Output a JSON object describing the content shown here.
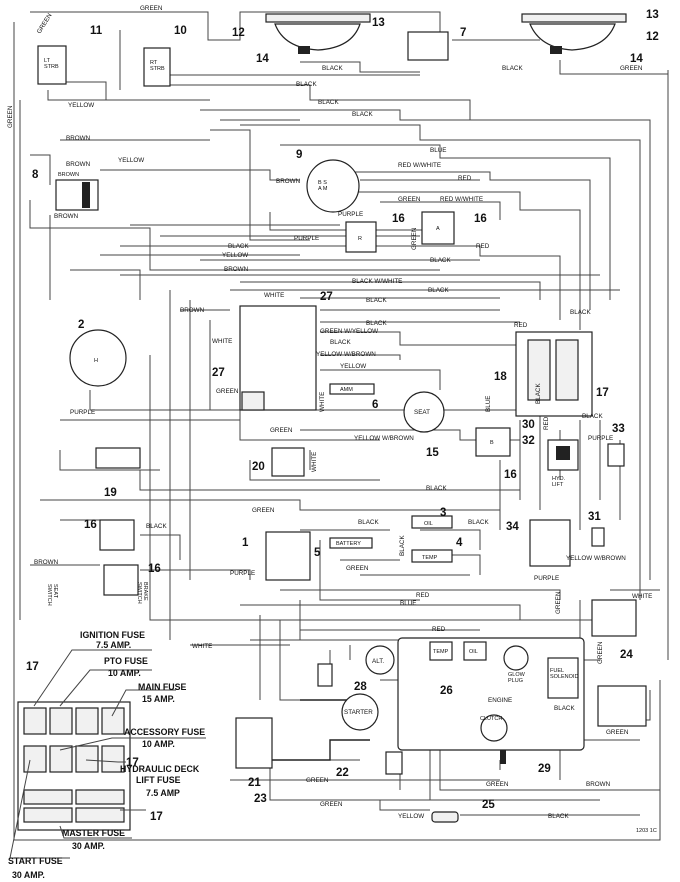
{
  "drawing_code": "1203 1C",
  "callouts": {
    "c1": "1",
    "c2": "2",
    "c3": "3",
    "c4": "4",
    "c5": "5",
    "c6": "6",
    "c7": "7",
    "c8": "8",
    "c9": "9",
    "c10": "10",
    "c11": "11",
    "c12a": "12",
    "c12b": "12",
    "c13a": "13",
    "c13b": "13",
    "c14a": "14",
    "c14b": "14",
    "c15": "15",
    "c16a": "16",
    "c16b": "16",
    "c16c": "16",
    "c16d": "16",
    "c16e": "16",
    "c17a": "17",
    "c17b": "17",
    "c17c": "17",
    "c17d": "17",
    "c18": "18",
    "c19": "19",
    "c20": "20",
    "c21": "21",
    "c22": "22",
    "c23": "23",
    "c24": "24",
    "c25": "25",
    "c26": "26",
    "c27a": "27",
    "c27b": "27",
    "c28": "28",
    "c29": "29",
    "c30": "30",
    "c31": "31",
    "c32": "32",
    "c33": "33",
    "c34": "34"
  },
  "wire_labels": {
    "green_top": "GREEN",
    "green_tl": "GREEN",
    "green_left": "GREEN",
    "yellow_strobe": "YELLOW",
    "black_lamp": "BLACK",
    "black_lamp_r": "BLACK",
    "green_lamp_r": "GREEN",
    "black_a": "BLACK",
    "black_b": "BLACK",
    "black_c": "BLACK",
    "brown_a": "BROWN",
    "brown_b": "BROWN",
    "brown_c": "BROWN",
    "yellow_a": "YELLOW",
    "blue_a": "BLUE",
    "red_white_a": "RED W/WHITE",
    "red_a": "RED",
    "green_a": "GREEN",
    "red_white_b": "RED W/WHITE",
    "brown_ign": "BROWN",
    "purple_a": "PURPLE",
    "purple_relay": "PURPLE",
    "green_relay": "GREEN",
    "black_d": "BLACK",
    "yellow_b": "YELLOW",
    "red_b": "RED",
    "brown_d": "BROWN",
    "black_e": "BLACK",
    "black_white": "BLACK W/WHITE",
    "black_f": "BLACK",
    "black_g": "BLACK",
    "brown_e": "BROWN",
    "white_a": "WHITE",
    "black_h": "BLACK",
    "green_yellow": "GREEN W/YELLOW",
    "black_i": "BLACK",
    "red_c": "RED",
    "black_j": "BLACK",
    "yellow_brown_a": "YELLOW W/BROWN",
    "yellow_c": "YELLOW",
    "white_b": "WHITE",
    "white_c": "WHITE",
    "green_b": "GREEN",
    "purple_b": "PURPLE",
    "green_c": "GREEN",
    "yellow_brown_b": "YELLOW W/BROWN",
    "white_d": "WHITE",
    "blue_b": "BLUE",
    "red_d": "RED",
    "black_k": "BLACK",
    "black_l": "BLACK",
    "purple_c": "PURPLE",
    "black_m": "BLACK",
    "green_d": "GREEN",
    "black_n": "BLACK",
    "black_o": "BLACK",
    "black_p": "BLACK",
    "black_q": "BLACK",
    "green_e": "GREEN",
    "brown_f": "BROWN",
    "purple_d": "PURPLE",
    "purple_e": "PURPLE",
    "yellow_brown_c": "YELLOW W/BROWN",
    "red_e": "RED",
    "blue_c": "BLUE",
    "green_f": "GREEN",
    "white_e": "WHITE",
    "green_g": "GREEN",
    "red_f": "RED",
    "white_f": "WHITE",
    "black_r": "BLACK",
    "green_h": "GREEN",
    "green_i": "GREEN",
    "green_j": "GREEN",
    "green_k": "GREEN",
    "brown_g": "BROWN",
    "yellow_d": "YELLOW",
    "black_s": "BLACK"
  },
  "component_labels": {
    "lt_strobe": "LT\nSTRB",
    "rt_strobe": "RT\nSTRB",
    "brown_sw": "BROWN",
    "seat": "SEAT",
    "battery": "BATTERY",
    "oil": "OIL",
    "temp_gauge": "TEMP",
    "amm": "AMM",
    "engine": "ENGINE",
    "alt": "ALT.",
    "starter": "STARTER",
    "temp_sender": "TEMP",
    "oil_sender": "OIL",
    "glow_plug": "GLOW\nPLUG",
    "fuel_solenoid": "FUEL\nSOLENOID",
    "clutch": "CLUTCH",
    "seat_switch": "SEAT\nSWITCH",
    "brake_switch": "BRAKE\nSWITCH",
    "ign_pos": "B  S\nA  M",
    "relay_r": "R",
    "relay_b": "B",
    "relay_ab": "A",
    "gauge_h": "H",
    "hyd_lift": "HYD.\nLIFT"
  },
  "fuse_block": {
    "ignition": "IGNITION FUSE",
    "ignition_amp": "7.5 AMP.",
    "pto": "PTO FUSE",
    "pto_amp": "10 AMP.",
    "main": "MAIN FUSE",
    "main_amp": "15 AMP.",
    "accessory": "ACCESSORY FUSE",
    "accessory_amp": "10 AMP.",
    "hydraulic": "HYDRAULIC DECK",
    "hydraulic_2": "LIFT FUSE",
    "hydraulic_amp": "7.5 AMP",
    "master": "MASTER FUSE",
    "master_amp": "30 AMP.",
    "start": "START FUSE",
    "start_amp": "30 AMP."
  }
}
